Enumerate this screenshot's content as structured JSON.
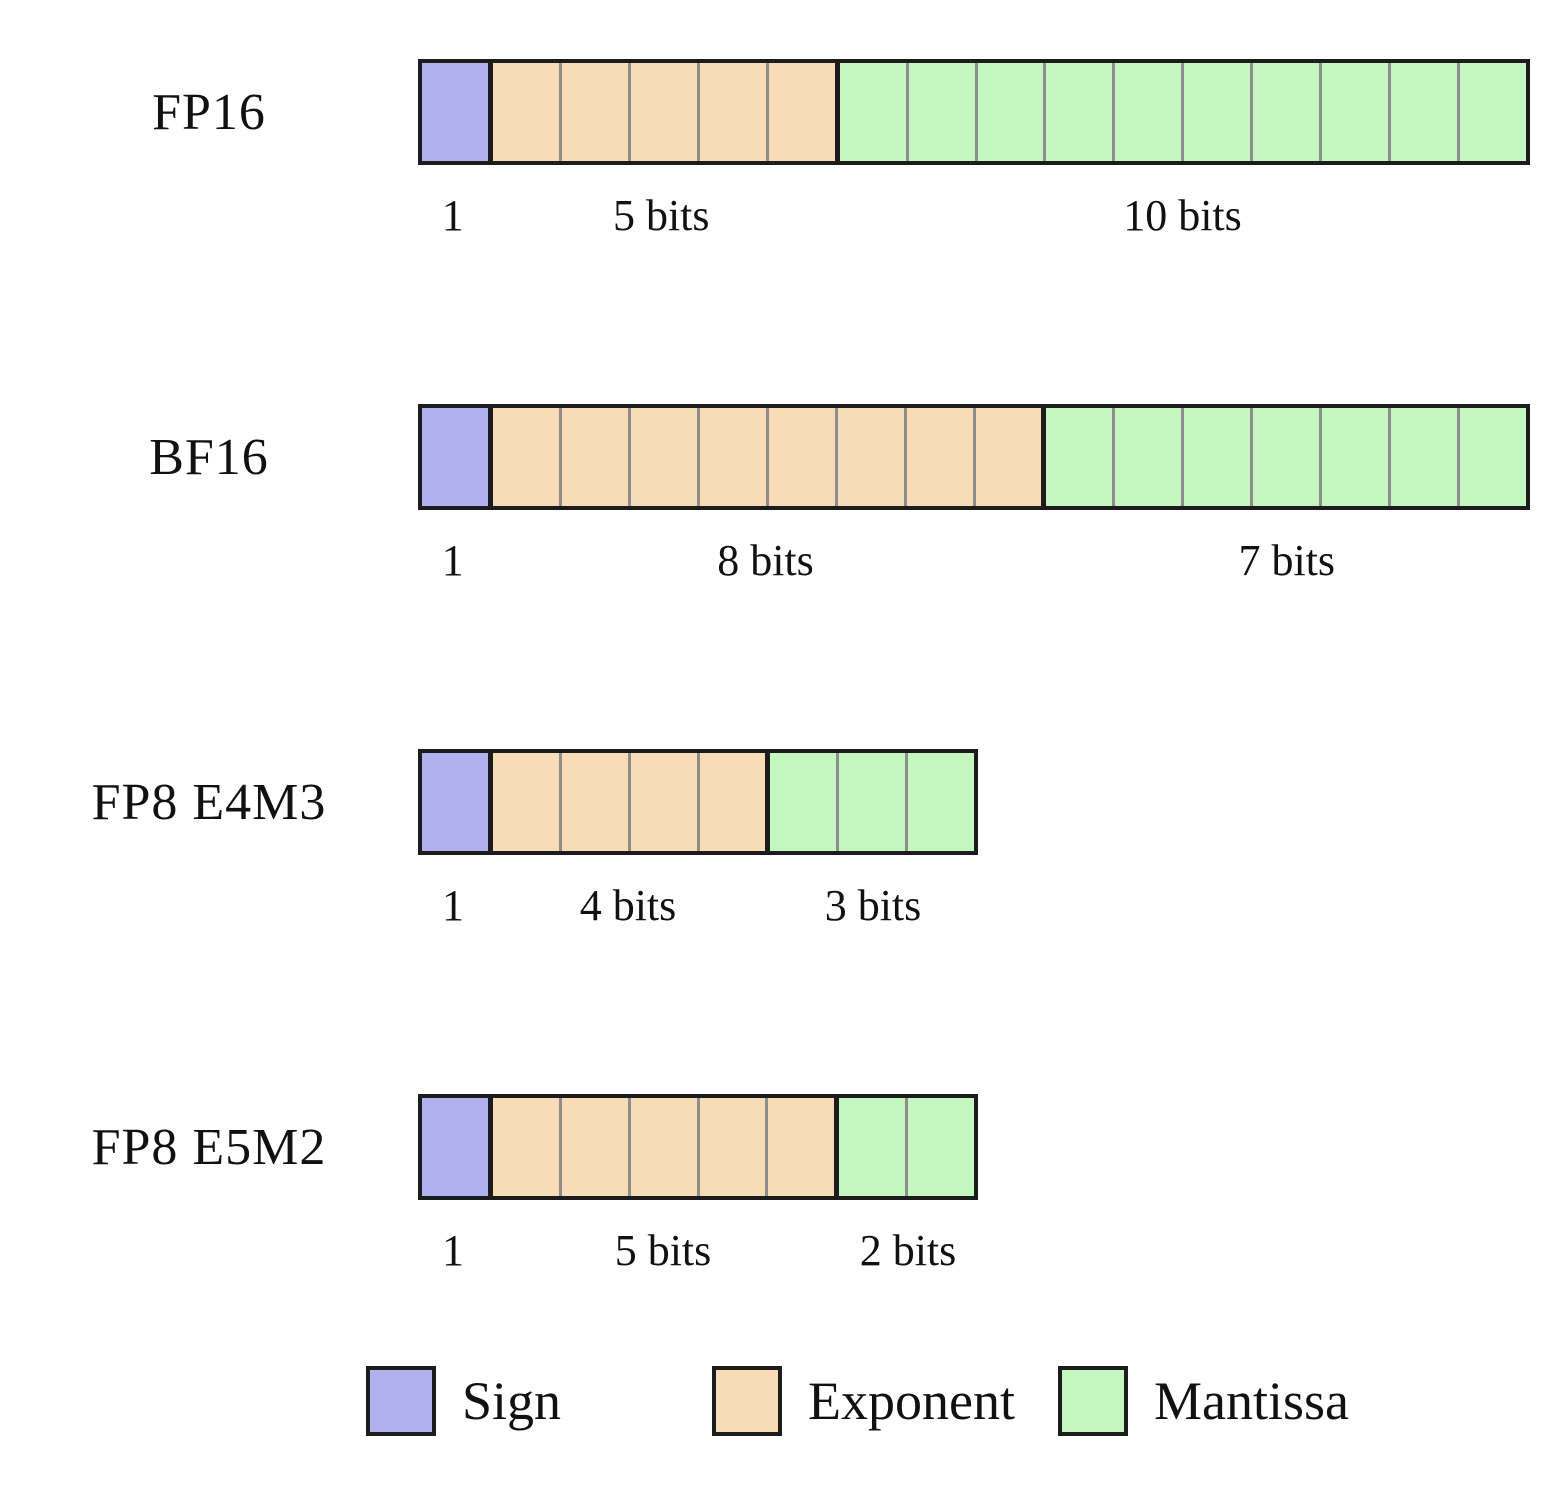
{
  "colors": {
    "sign": "#b1b1f0",
    "exponent": "#f8dcb8",
    "mantissa": "#c3f7bf",
    "border": "#1c1c1c",
    "cell_separator": "#8d8d8d"
  },
  "rows": [
    {
      "name": "FP16",
      "total_bits": 16,
      "sections": [
        {
          "type": "sign",
          "bits": 1,
          "label": "1"
        },
        {
          "type": "exponent",
          "bits": 5,
          "label": "5 bits"
        },
        {
          "type": "mantissa",
          "bits": 10,
          "label": "10 bits"
        }
      ]
    },
    {
      "name": "BF16",
      "total_bits": 16,
      "sections": [
        {
          "type": "sign",
          "bits": 1,
          "label": "1"
        },
        {
          "type": "exponent",
          "bits": 8,
          "label": "8 bits"
        },
        {
          "type": "mantissa",
          "bits": 7,
          "label": "7 bits"
        }
      ]
    },
    {
      "name": "FP8 E4M3",
      "total_bits": 8,
      "sections": [
        {
          "type": "sign",
          "bits": 1,
          "label": "1"
        },
        {
          "type": "exponent",
          "bits": 4,
          "label": "4 bits"
        },
        {
          "type": "mantissa",
          "bits": 3,
          "label": "3 bits"
        }
      ]
    },
    {
      "name": "FP8 E5M2",
      "total_bits": 8,
      "sections": [
        {
          "type": "sign",
          "bits": 1,
          "label": "1"
        },
        {
          "type": "exponent",
          "bits": 5,
          "label": "5 bits"
        },
        {
          "type": "mantissa",
          "bits": 2,
          "label": "2 bits"
        }
      ]
    }
  ],
  "legend": [
    {
      "type": "sign",
      "label": "Sign"
    },
    {
      "type": "exponent",
      "label": "Exponent"
    },
    {
      "type": "mantissa",
      "label": "Mantissa"
    }
  ]
}
